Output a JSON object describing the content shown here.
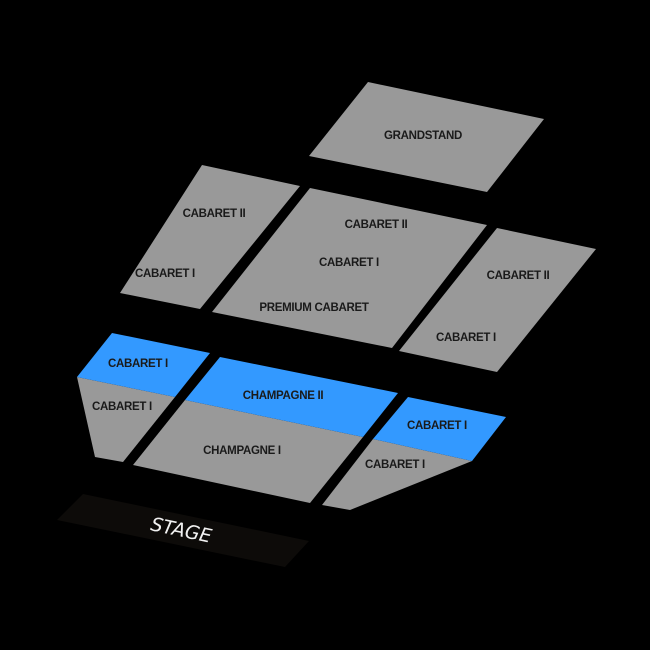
{
  "colors": {
    "background": "#000000",
    "section_default": "#999999",
    "section_highlight": "#3399FF",
    "stage": "#0D0B09",
    "label": "#1A1A1A",
    "stage_label": "#F2F2F2"
  },
  "sections": {
    "grandstand": {
      "label": "GRANDSTAND"
    },
    "left_upper": {
      "cabaret_ii": "CABARET II",
      "cabaret_i": "CABARET I"
    },
    "center_upper": {
      "cabaret_ii": "CABARET II",
      "cabaret_i": "CABARET I",
      "premium_cabaret": "PREMIUM CABARET"
    },
    "right_upper": {
      "cabaret_ii": "CABARET II",
      "cabaret_i": "CABARET I"
    },
    "left_lower": {
      "front_highlighted": "CABARET I",
      "back": "CABARET I"
    },
    "center_lower": {
      "front_highlighted": "CHAMPAGNE II",
      "back": "CHAMPAGNE I"
    },
    "right_lower": {
      "front_highlighted": "CABARET I",
      "back": "CABARET I"
    }
  },
  "stage": {
    "label": "STAGE"
  }
}
